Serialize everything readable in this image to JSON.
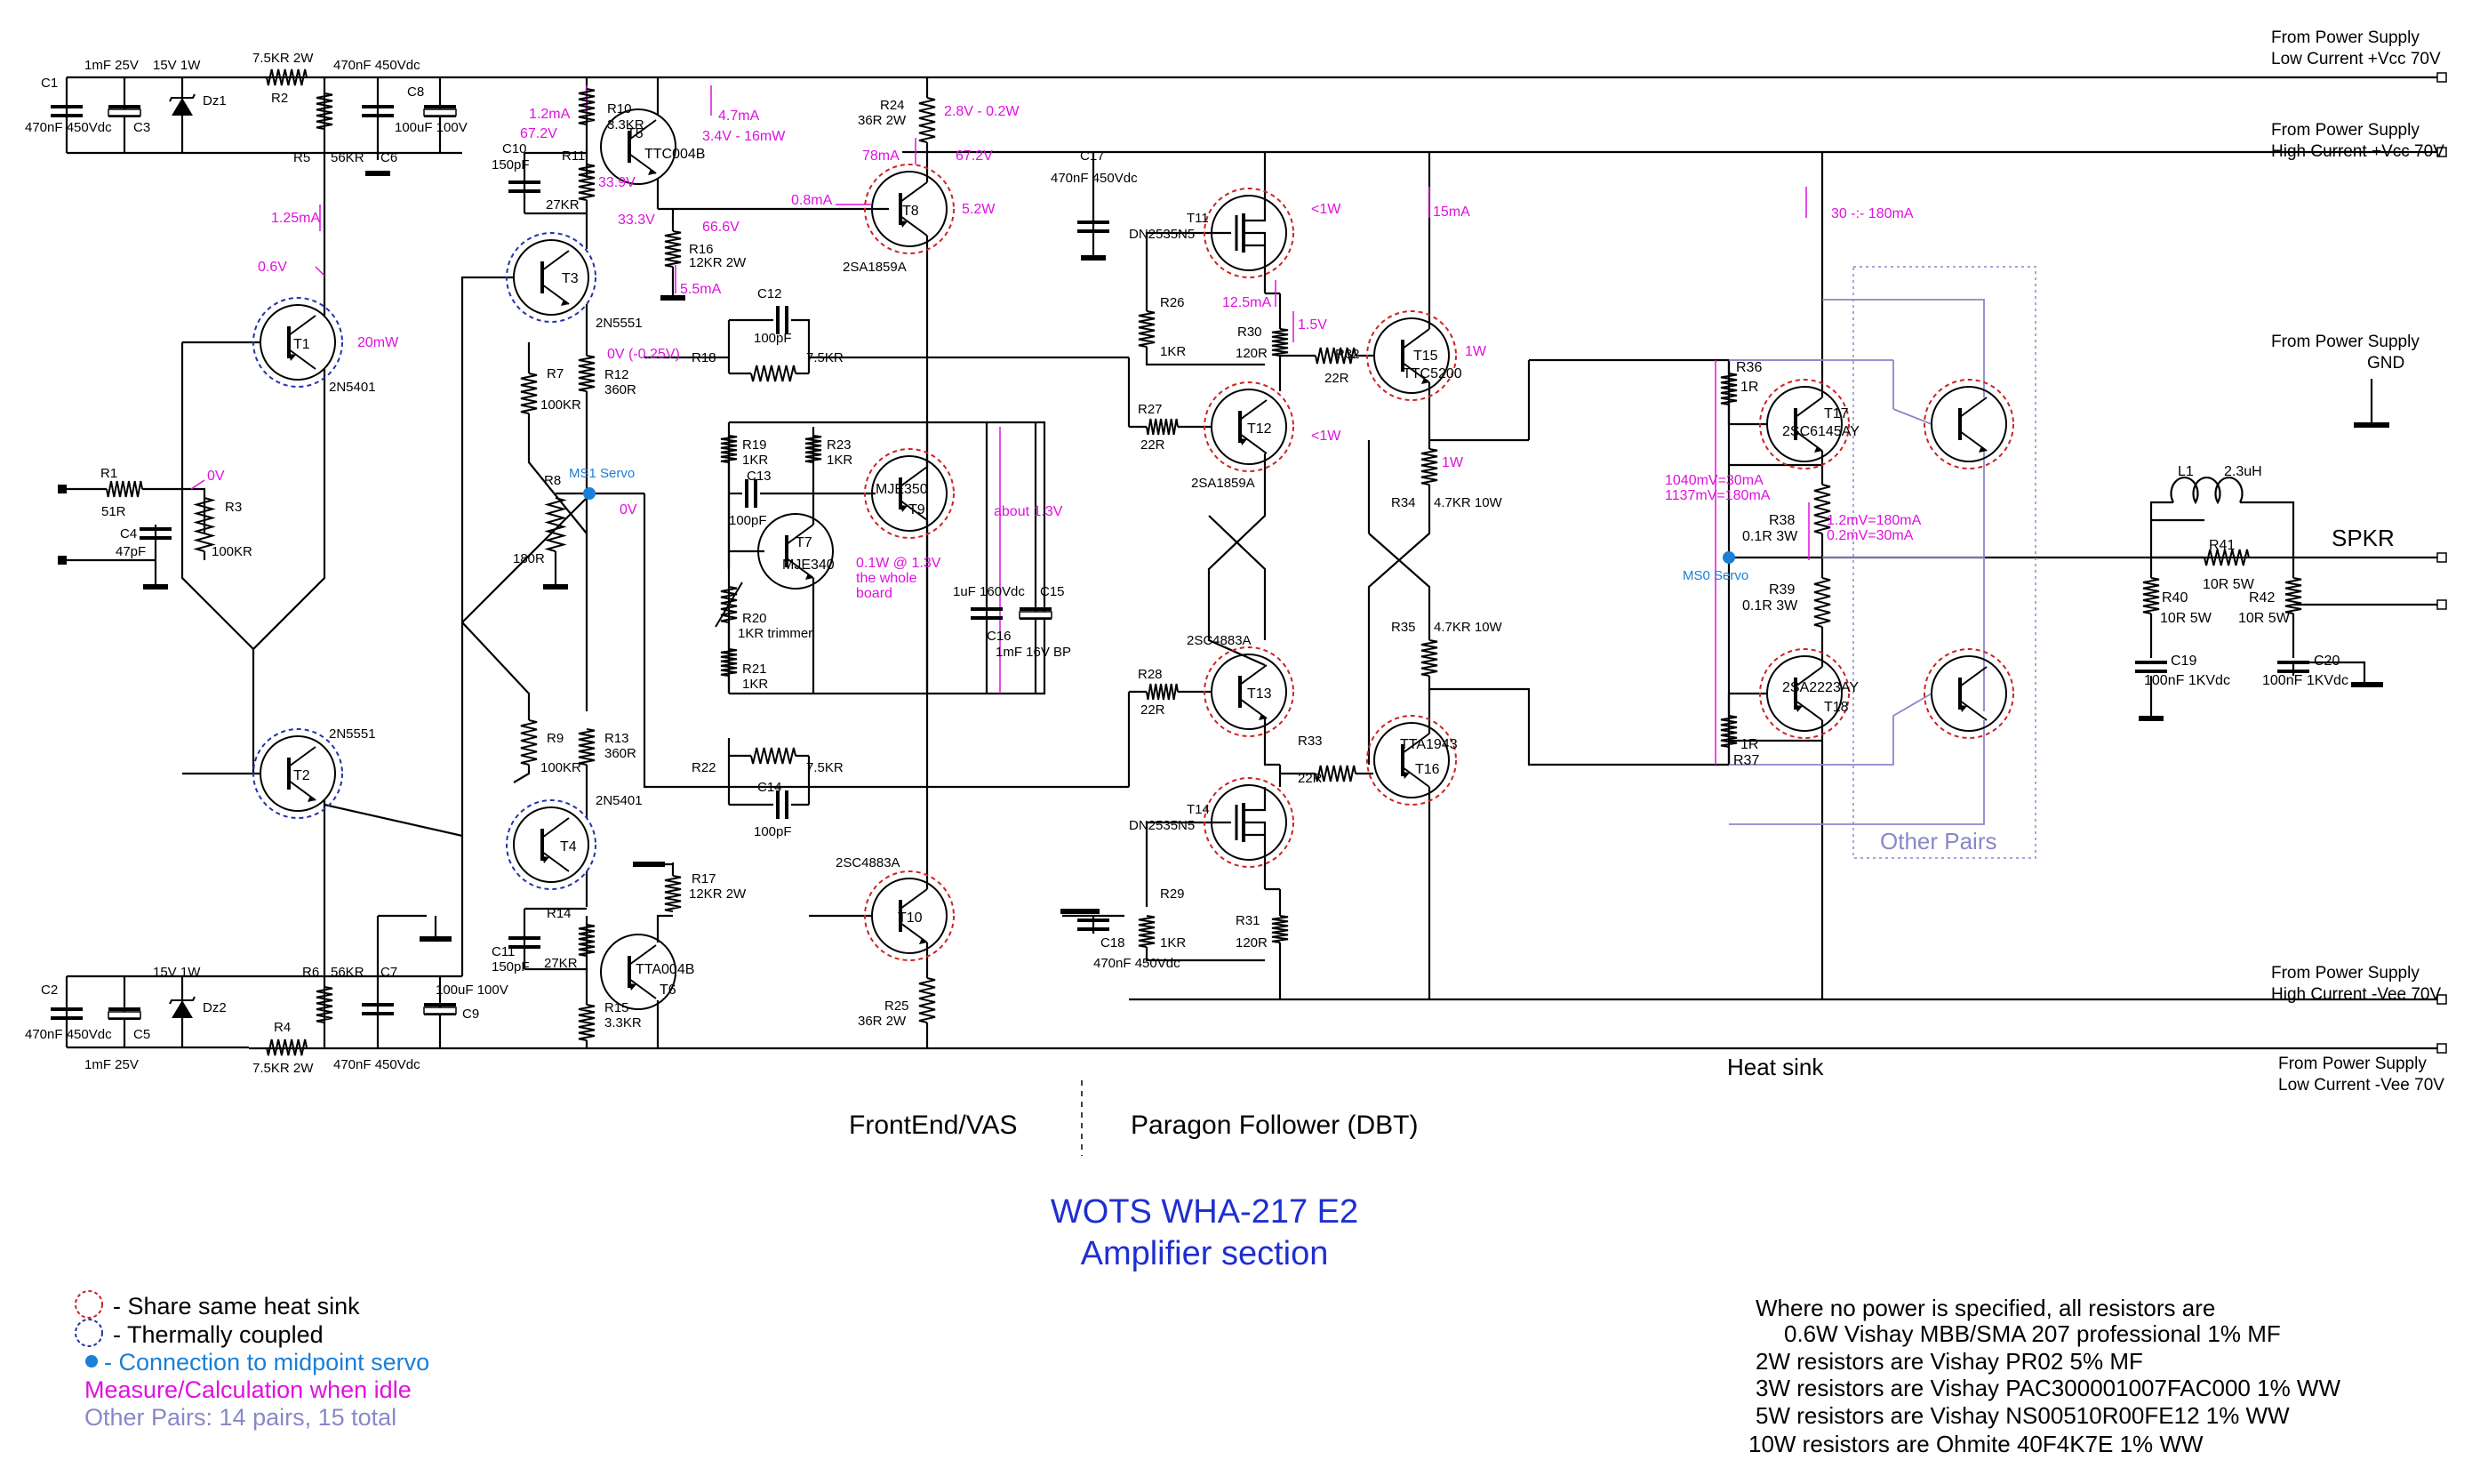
{
  "colors": {
    "wire": "#000000",
    "measure": "#e010e0",
    "servo": "#1a7fd6",
    "heatsink": "#cc2222",
    "thermal": "#2233aa",
    "other_pairs": "#8a87c8",
    "title": "#1e2fd0"
  },
  "rails": [
    {
      "name": "From Power Supply",
      "detail": "Low Current +Vcc 70V"
    },
    {
      "name": "From Power Supply",
      "detail": "High Current +Vcc 70V"
    },
    {
      "name": "From Power Supply",
      "detail": "GND"
    },
    {
      "name": "From Power Supply",
      "detail": "High Current -Vee 70V"
    },
    {
      "name": "From Power Supply",
      "detail": "Low Current -Vee 70V"
    }
  ],
  "output_label": "SPKR",
  "heat_sink_label": "Heat sink",
  "other_pairs_label": "Other Pairs",
  "section_labels": {
    "frontend": "FrontEnd/VAS",
    "follower": "Paragon Follower (DBT)"
  },
  "title": {
    "line1": "WOTS WHA-217 E2",
    "line2": "Amplifier section"
  },
  "transistors": [
    {
      "ref": "T1",
      "part": "2N5401"
    },
    {
      "ref": "T2",
      "part": "2N5551"
    },
    {
      "ref": "T3",
      "part": "2N5551"
    },
    {
      "ref": "T4",
      "part": "2N5401"
    },
    {
      "ref": "T5",
      "part": "TTC004B"
    },
    {
      "ref": "T6",
      "part": "TTA004B"
    },
    {
      "ref": "T7",
      "part": "MJE340"
    },
    {
      "ref": "T8",
      "part": "2SA1859A"
    },
    {
      "ref": "T9",
      "part": "MJE350"
    },
    {
      "ref": "T10",
      "part": "2SC4883A"
    },
    {
      "ref": "T11",
      "part": "DN2535N5"
    },
    {
      "ref": "T12",
      "part": "2SA1859A"
    },
    {
      "ref": "T13",
      "part": "2SC4883A"
    },
    {
      "ref": "T14",
      "part": "DN2535N5"
    },
    {
      "ref": "T15",
      "part": "TTC5200"
    },
    {
      "ref": "T16",
      "part": "TTA1943"
    },
    {
      "ref": "T17",
      "part": "2SC6145AY"
    },
    {
      "ref": "T18",
      "part": "2SA2223AY"
    }
  ],
  "resistors": [
    {
      "ref": "R1",
      "value": "51R"
    },
    {
      "ref": "R2",
      "value": "7.5KR 2W"
    },
    {
      "ref": "R3",
      "value": "100KR"
    },
    {
      "ref": "R4",
      "value": "7.5KR 2W"
    },
    {
      "ref": "R5",
      "value": "56KR"
    },
    {
      "ref": "R6",
      "value": "56KR"
    },
    {
      "ref": "R7",
      "value": "100KR"
    },
    {
      "ref": "R8",
      "value": "180R"
    },
    {
      "ref": "R9",
      "value": "100KR"
    },
    {
      "ref": "R10",
      "value": "3.3KR"
    },
    {
      "ref": "R11",
      "value": "27KR"
    },
    {
      "ref": "R12",
      "value": "360R"
    },
    {
      "ref": "R13",
      "value": "360R"
    },
    {
      "ref": "R14",
      "value": "27KR"
    },
    {
      "ref": "R15",
      "value": "3.3KR"
    },
    {
      "ref": "R16",
      "value": "12KR 2W"
    },
    {
      "ref": "R17",
      "value": "12KR 2W"
    },
    {
      "ref": "R18",
      "value": "7.5KR"
    },
    {
      "ref": "R19",
      "value": "1KR"
    },
    {
      "ref": "R20",
      "value": "1KR trimmer"
    },
    {
      "ref": "R21",
      "value": "1KR"
    },
    {
      "ref": "R22",
      "value": "7.5KR"
    },
    {
      "ref": "R23",
      "value": "1KR"
    },
    {
      "ref": "R24",
      "value": "36R 2W"
    },
    {
      "ref": "R25",
      "value": "36R 2W"
    },
    {
      "ref": "R26",
      "value": "1KR"
    },
    {
      "ref": "R27",
      "value": "22R"
    },
    {
      "ref": "R28",
      "value": "22R"
    },
    {
      "ref": "R29",
      "value": "1KR"
    },
    {
      "ref": "R30",
      "value": "120R"
    },
    {
      "ref": "R31",
      "value": "120R"
    },
    {
      "ref": "R32",
      "value": "22R"
    },
    {
      "ref": "R33",
      "value": "22R"
    },
    {
      "ref": "R34",
      "value": "4.7KR 10W"
    },
    {
      "ref": "R35",
      "value": "4.7KR 10W"
    },
    {
      "ref": "R36",
      "value": "1R"
    },
    {
      "ref": "R37",
      "value": "1R"
    },
    {
      "ref": "R38",
      "value": "0.1R 3W"
    },
    {
      "ref": "R39",
      "value": "0.1R 3W"
    },
    {
      "ref": "R40",
      "value": "10R 5W"
    },
    {
      "ref": "R41",
      "value": "10R 5W"
    },
    {
      "ref": "R42",
      "value": "10R 5W"
    }
  ],
  "capacitors": [
    {
      "ref": "C1",
      "value": "470nF 450Vdc"
    },
    {
      "ref": "C2",
      "value": "470nF 450Vdc"
    },
    {
      "ref": "C3",
      "value": "1mF 25V"
    },
    {
      "ref": "C4",
      "value": "47pF"
    },
    {
      "ref": "C5",
      "value": "1mF 25V"
    },
    {
      "ref": "C6",
      "value": "470nF 450Vdc"
    },
    {
      "ref": "C7",
      "value": "470nF 450Vdc"
    },
    {
      "ref": "C8",
      "value": "100uF 100V"
    },
    {
      "ref": "C9",
      "value": "100uF 100V"
    },
    {
      "ref": "C10",
      "value": "150pF"
    },
    {
      "ref": "C11",
      "value": "150pF"
    },
    {
      "ref": "C12",
      "value": "100pF"
    },
    {
      "ref": "C13",
      "value": "100pF"
    },
    {
      "ref": "C14",
      "value": "100pF"
    },
    {
      "ref": "C15",
      "value": "1mF 16V BP"
    },
    {
      "ref": "C16",
      "value": "1uF 160Vdc"
    },
    {
      "ref": "C17",
      "value": "470nF 450Vdc"
    },
    {
      "ref": "C18",
      "value": "470nF 450Vdc"
    },
    {
      "ref": "C19",
      "value": "100nF 1KVdc"
    },
    {
      "ref": "C20",
      "value": "100nF 1KVdc"
    }
  ],
  "zeners": [
    {
      "ref": "Dz1",
      "value": "15V 1W"
    },
    {
      "ref": "Dz2",
      "value": "15V 1W"
    }
  ],
  "inductors": [
    {
      "ref": "L1",
      "value": "2.3uH"
    }
  ],
  "servo_points": [
    {
      "ref": "MS1",
      "label": "MS1 Servo"
    },
    {
      "ref": "MS0",
      "label": "MS0 Servo"
    }
  ],
  "measurements": {
    "m_1_2ma": "1.2mA",
    "m_67_2v_a": "67.2V",
    "m_4_7ma": "4.7mA",
    "m_3_4v": "3.4V - 16mW",
    "m_33_9v": "33.9V",
    "m_33_3v": "33.3V",
    "m_66_6v": "66.6V",
    "m_5_5ma": "5.5mA",
    "m_0_8ma": "0.8mA",
    "m_2_8v": "2.8V - 0.2W",
    "m_78ma": "78mA",
    "m_67_2v_b": "67.2V",
    "m_5_2w": "5.2W",
    "m_1_25ma": "1.25mA",
    "m_0_6v": "0.6V",
    "m_20mw": "20mW",
    "m_0v_a": "0V",
    "m_0v_b": "0V (-0.25V)",
    "m_0v_c": "0V",
    "m_01w": "0.1W @ 1.3V",
    "m_whole": "the whole",
    "m_board": "board",
    "m_about": "about 1.3V",
    "m_1w_t11": "<1W",
    "m_12_5ma": "12.5mA",
    "m_1_5v": "1.5V",
    "m_1w_t12": "<1W",
    "m_15ma": "15mA",
    "m_1w_t15": "1W",
    "m_1w_r34": "1W",
    "m_30ma": "30 -:- 180mA",
    "m_1040": "1040mV=30mA",
    "m_1137": "1137mV=180mA",
    "m_12mv": "1.2mV=180mA",
    "m_02mv": "0.2mV=30mA"
  },
  "legend": [
    {
      "symbol": "red-dashed-circle",
      "text": "- Share same heat sink"
    },
    {
      "symbol": "blue-dashed-circle",
      "text": "- Thermally coupled"
    },
    {
      "symbol": "blue-dot",
      "text": "- Connection to midpoint servo"
    },
    {
      "symbol": "none",
      "text": "Measure/Calculation when idle"
    },
    {
      "symbol": "none",
      "text": "Other Pairs: 14 pairs, 15 total"
    }
  ],
  "notes": [
    "Where no power is specified, all resistors are",
    "0.6W Vishay MBB/SMA 207 professional 1% MF",
    "2W resistors are Vishay PR02 5% MF",
    "3W resistors are Vishay PAC300001007FAC000 1% WW",
    "5W resistors are Vishay NS00510R00FE12 1% WW",
    "10W resistors are Ohmite 40F4K7E 1% WW"
  ]
}
